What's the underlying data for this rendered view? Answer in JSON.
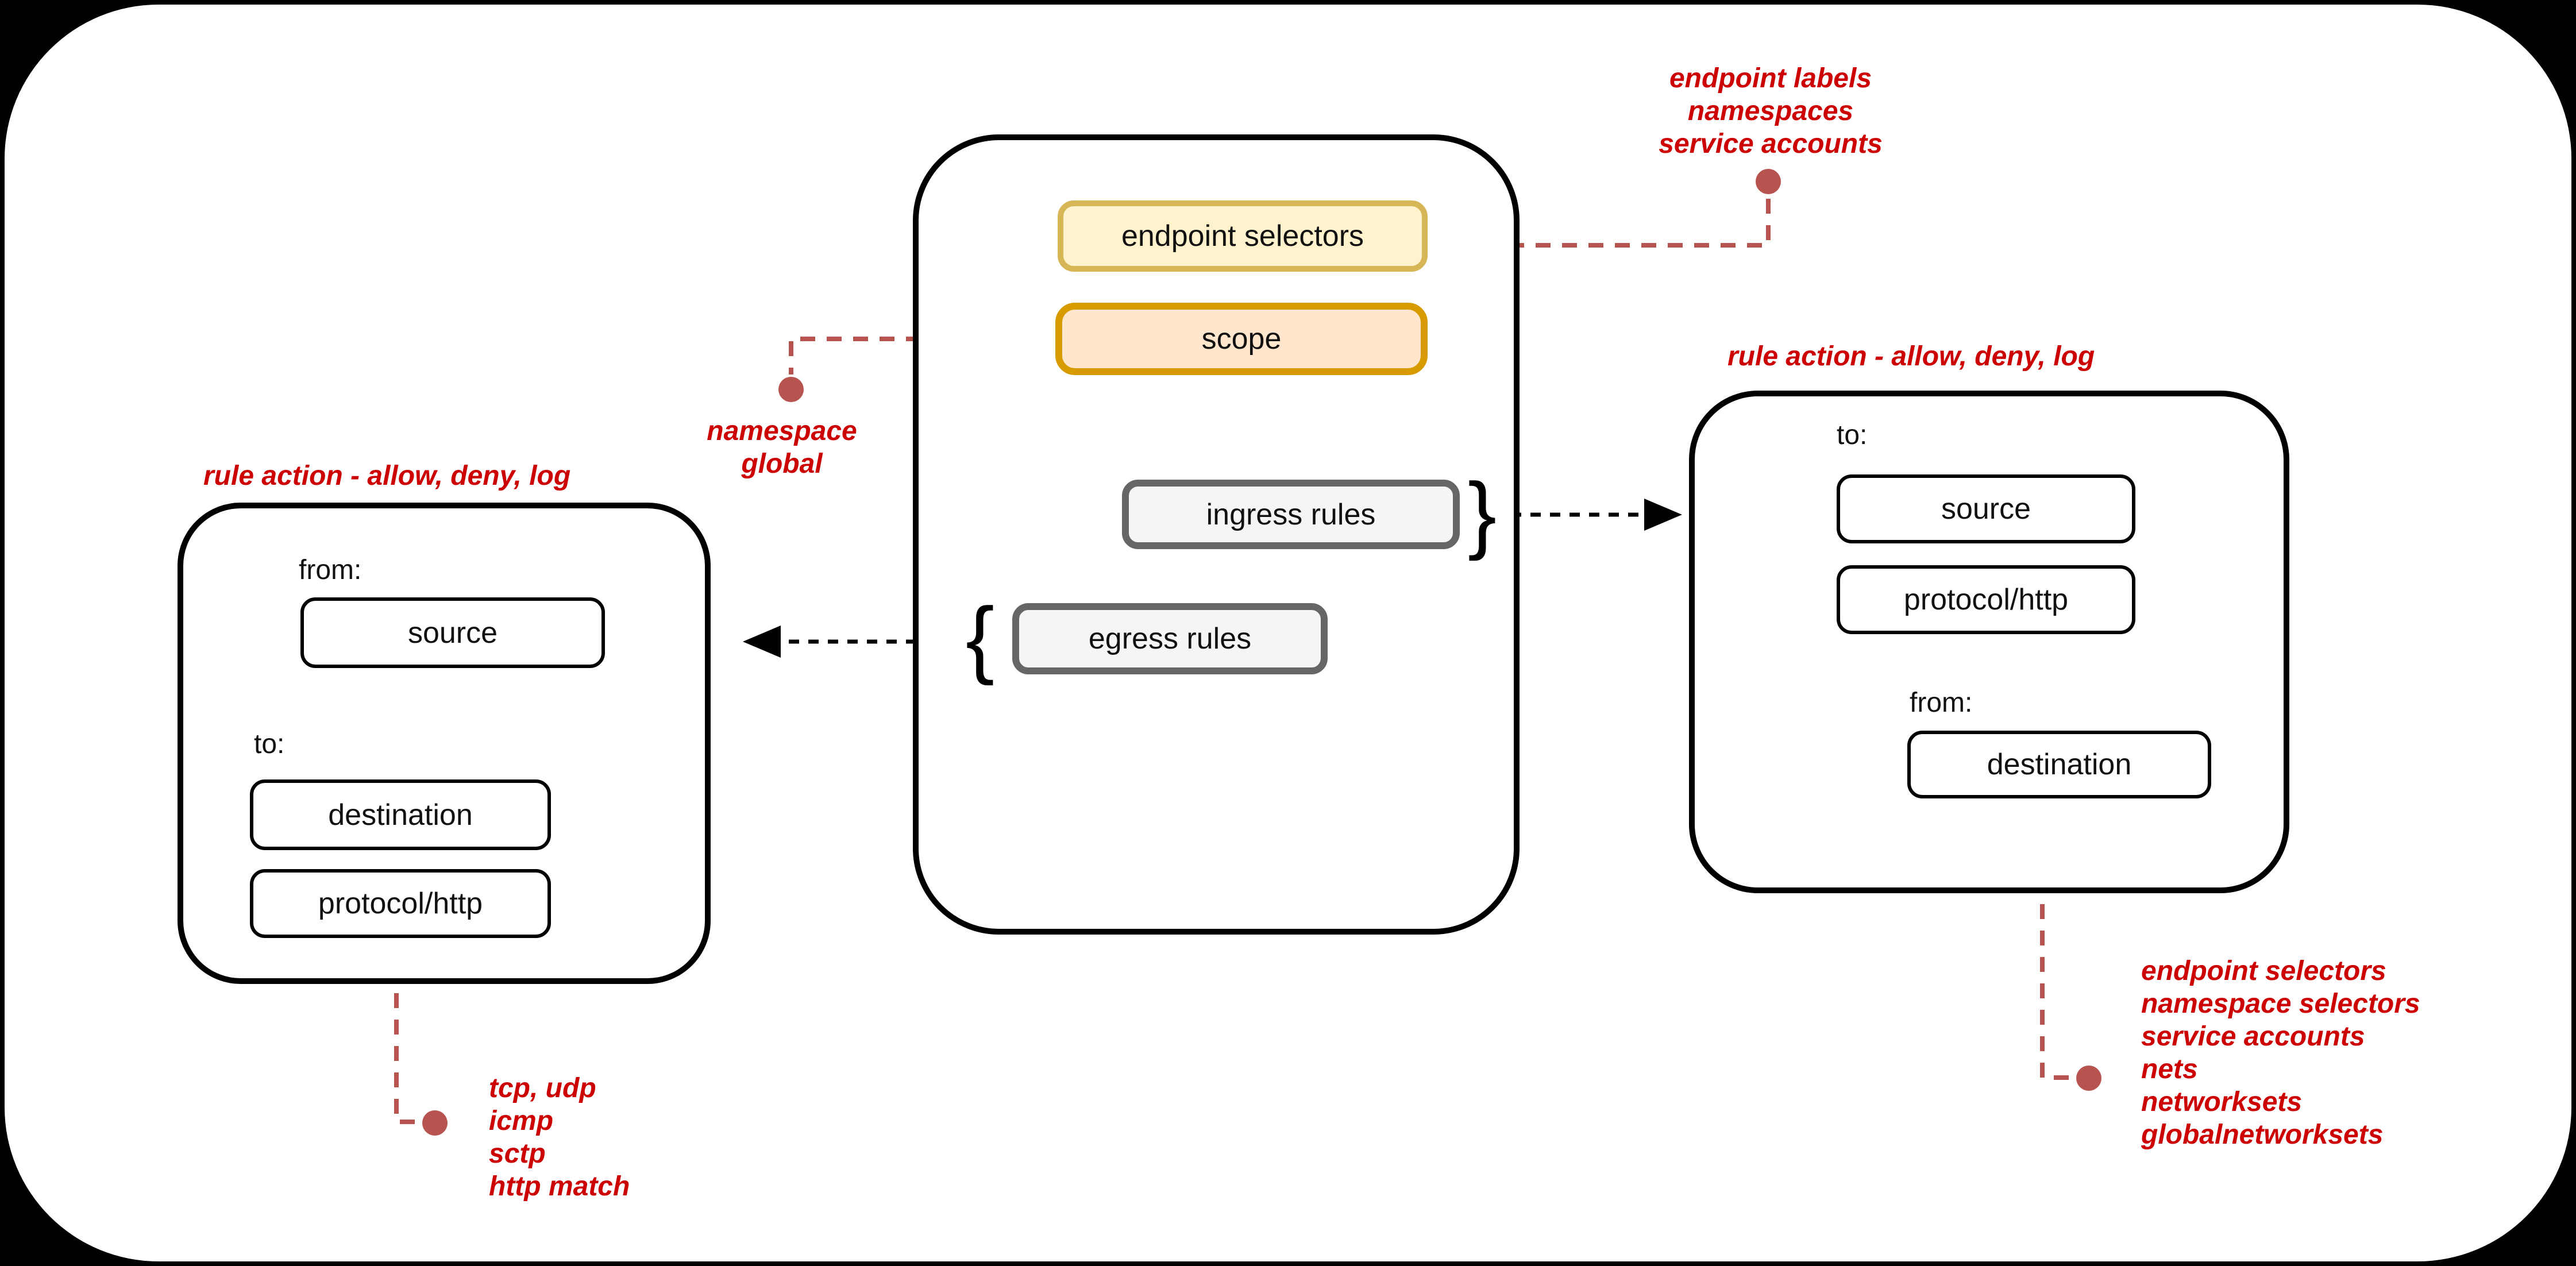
{
  "colors": {
    "background": "#000000",
    "surface": "#FFFFFF",
    "container_border": "#000000",
    "endpoint_selectors_fill": "#FFF2CC",
    "endpoint_selectors_border": "#D6B656",
    "scope_fill": "#FFE6CC",
    "scope_border": "#D79B00",
    "rules_fill": "#F5F5F5",
    "rules_border": "#666666",
    "annotation_red": "#CC0000",
    "connector_red": "#B85450",
    "arrow_black": "#000000"
  },
  "policy": {
    "endpoint_selectors": "endpoint selectors",
    "scope": "scope",
    "ingress_rules": "ingress rules",
    "egress_rules": "egress rules",
    "brace_close": "}",
    "brace_open": "{"
  },
  "egress_detail": {
    "rule_action": "rule action - allow, deny, log",
    "from_label": "from:",
    "source": "source",
    "to_label": "to:",
    "destination": "destination",
    "protocol": "protocol/http"
  },
  "ingress_detail": {
    "rule_action": "rule action - allow, deny, log",
    "to_label": "to:",
    "source": "source",
    "protocol": "protocol/http",
    "from_label": "from:",
    "destination": "destination"
  },
  "notes": {
    "endpoint_selector_values": {
      "lines": [
        "endpoint labels",
        "namespaces",
        "service accounts"
      ]
    },
    "scope_values": {
      "lines": [
        "namespace",
        "global"
      ]
    },
    "protocol_values": {
      "lines": [
        "tcp, udp",
        "icmp",
        "sctp",
        "http match"
      ]
    },
    "destination_values": {
      "lines": [
        "endpoint selectors",
        "namespace selectors",
        "service accounts",
        "nets",
        "networksets",
        "globalnetworksets"
      ]
    }
  }
}
